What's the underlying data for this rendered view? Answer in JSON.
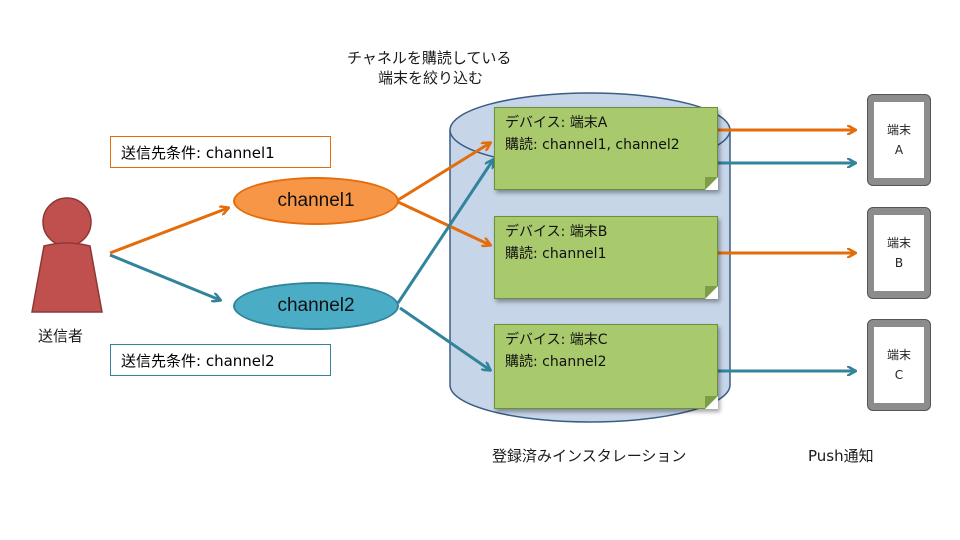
{
  "sender": {
    "label": "送信者",
    "color": "#c0504d"
  },
  "conditions": [
    {
      "text": "送信先条件: channel1",
      "border": "#e46c0a"
    },
    {
      "text": "送信先条件: channel2",
      "border": "#31849b"
    }
  ],
  "channels": [
    {
      "name": "channel1",
      "fill": "#f79646",
      "stroke": "#e46c0a"
    },
    {
      "name": "channel2",
      "fill": "#4bacc6",
      "stroke": "#31849b"
    }
  ],
  "filter_caption": {
    "line1": "チャネルを購読している",
    "line2": "端末を絞り込む"
  },
  "installations": {
    "label": "登録済みインスタレーション",
    "devices": [
      {
        "title": "デバイス: 端末A",
        "subs": "購読: channel1, channel2"
      },
      {
        "title": "デバイス: 端末B",
        "subs": "購読: channel1"
      },
      {
        "title": "デバイス: 端末C",
        "subs": "購読: channel2"
      }
    ]
  },
  "terminals": [
    {
      "line1": "端末",
      "line2": "A"
    },
    {
      "line1": "端末",
      "line2": "B"
    },
    {
      "line1": "端末",
      "line2": "C"
    }
  ],
  "push_label": "Push通知",
  "colors": {
    "orange": "#e46c0a",
    "teal": "#31849b",
    "cylinder": "#c6d5e8",
    "cylinder_stroke": "#3b5c85"
  }
}
